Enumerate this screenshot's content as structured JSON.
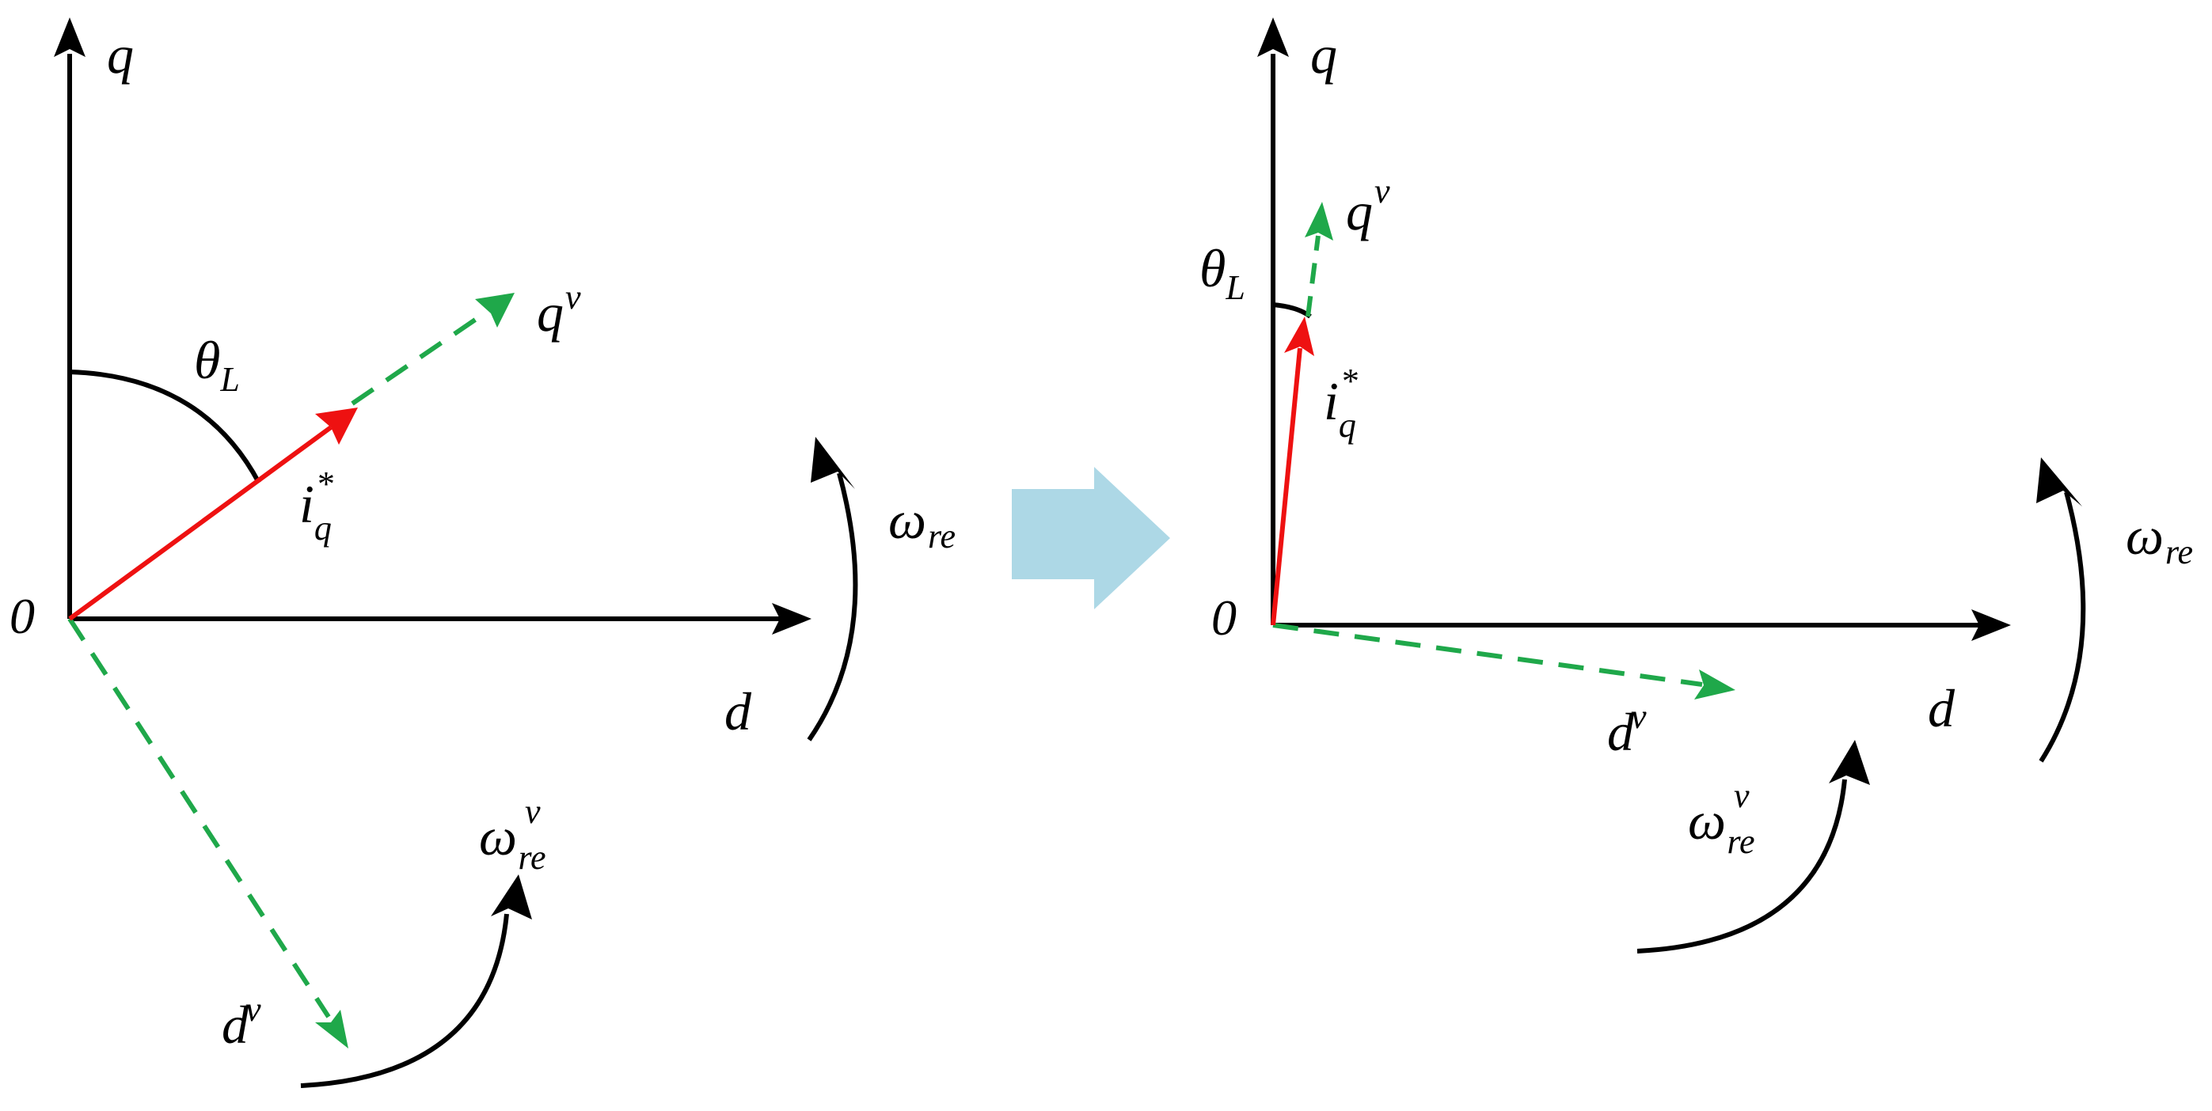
{
  "colors": {
    "axis": "#000000",
    "current_vector": "#ee1111",
    "virtual_frame": "#1fa84a",
    "transition_arrow": "#add8e6",
    "background": "#ffffff"
  },
  "left_panel": {
    "origin": "0",
    "q_axis": "q",
    "d_axis": "d",
    "virtual_q": {
      "base": "q",
      "sup": "v"
    },
    "virtual_d": {
      "base": "d",
      "sup": "v"
    },
    "angle": {
      "base": "θ",
      "sub": "L"
    },
    "current": {
      "base": "i",
      "sup": "*",
      "sub": "q"
    },
    "omega": {
      "base": "ω",
      "sub": "re"
    },
    "omega_virtual": {
      "base": "ω",
      "sup": "v",
      "sub": "re"
    }
  },
  "right_panel": {
    "origin": "0",
    "q_axis": "q",
    "d_axis": "d",
    "virtual_q": {
      "base": "q",
      "sup": "v"
    },
    "virtual_d": {
      "base": "d",
      "sup": "v"
    },
    "angle": {
      "base": "θ",
      "sub": "L"
    },
    "current": {
      "base": "i",
      "sup": "*",
      "sub": "q"
    },
    "omega": {
      "base": "ω",
      "sub": "re"
    },
    "omega_virtual": {
      "base": "ω",
      "sup": "v",
      "sub": "re"
    }
  },
  "transition_arrow": {
    "icon": "right-block-arrow-icon"
  }
}
